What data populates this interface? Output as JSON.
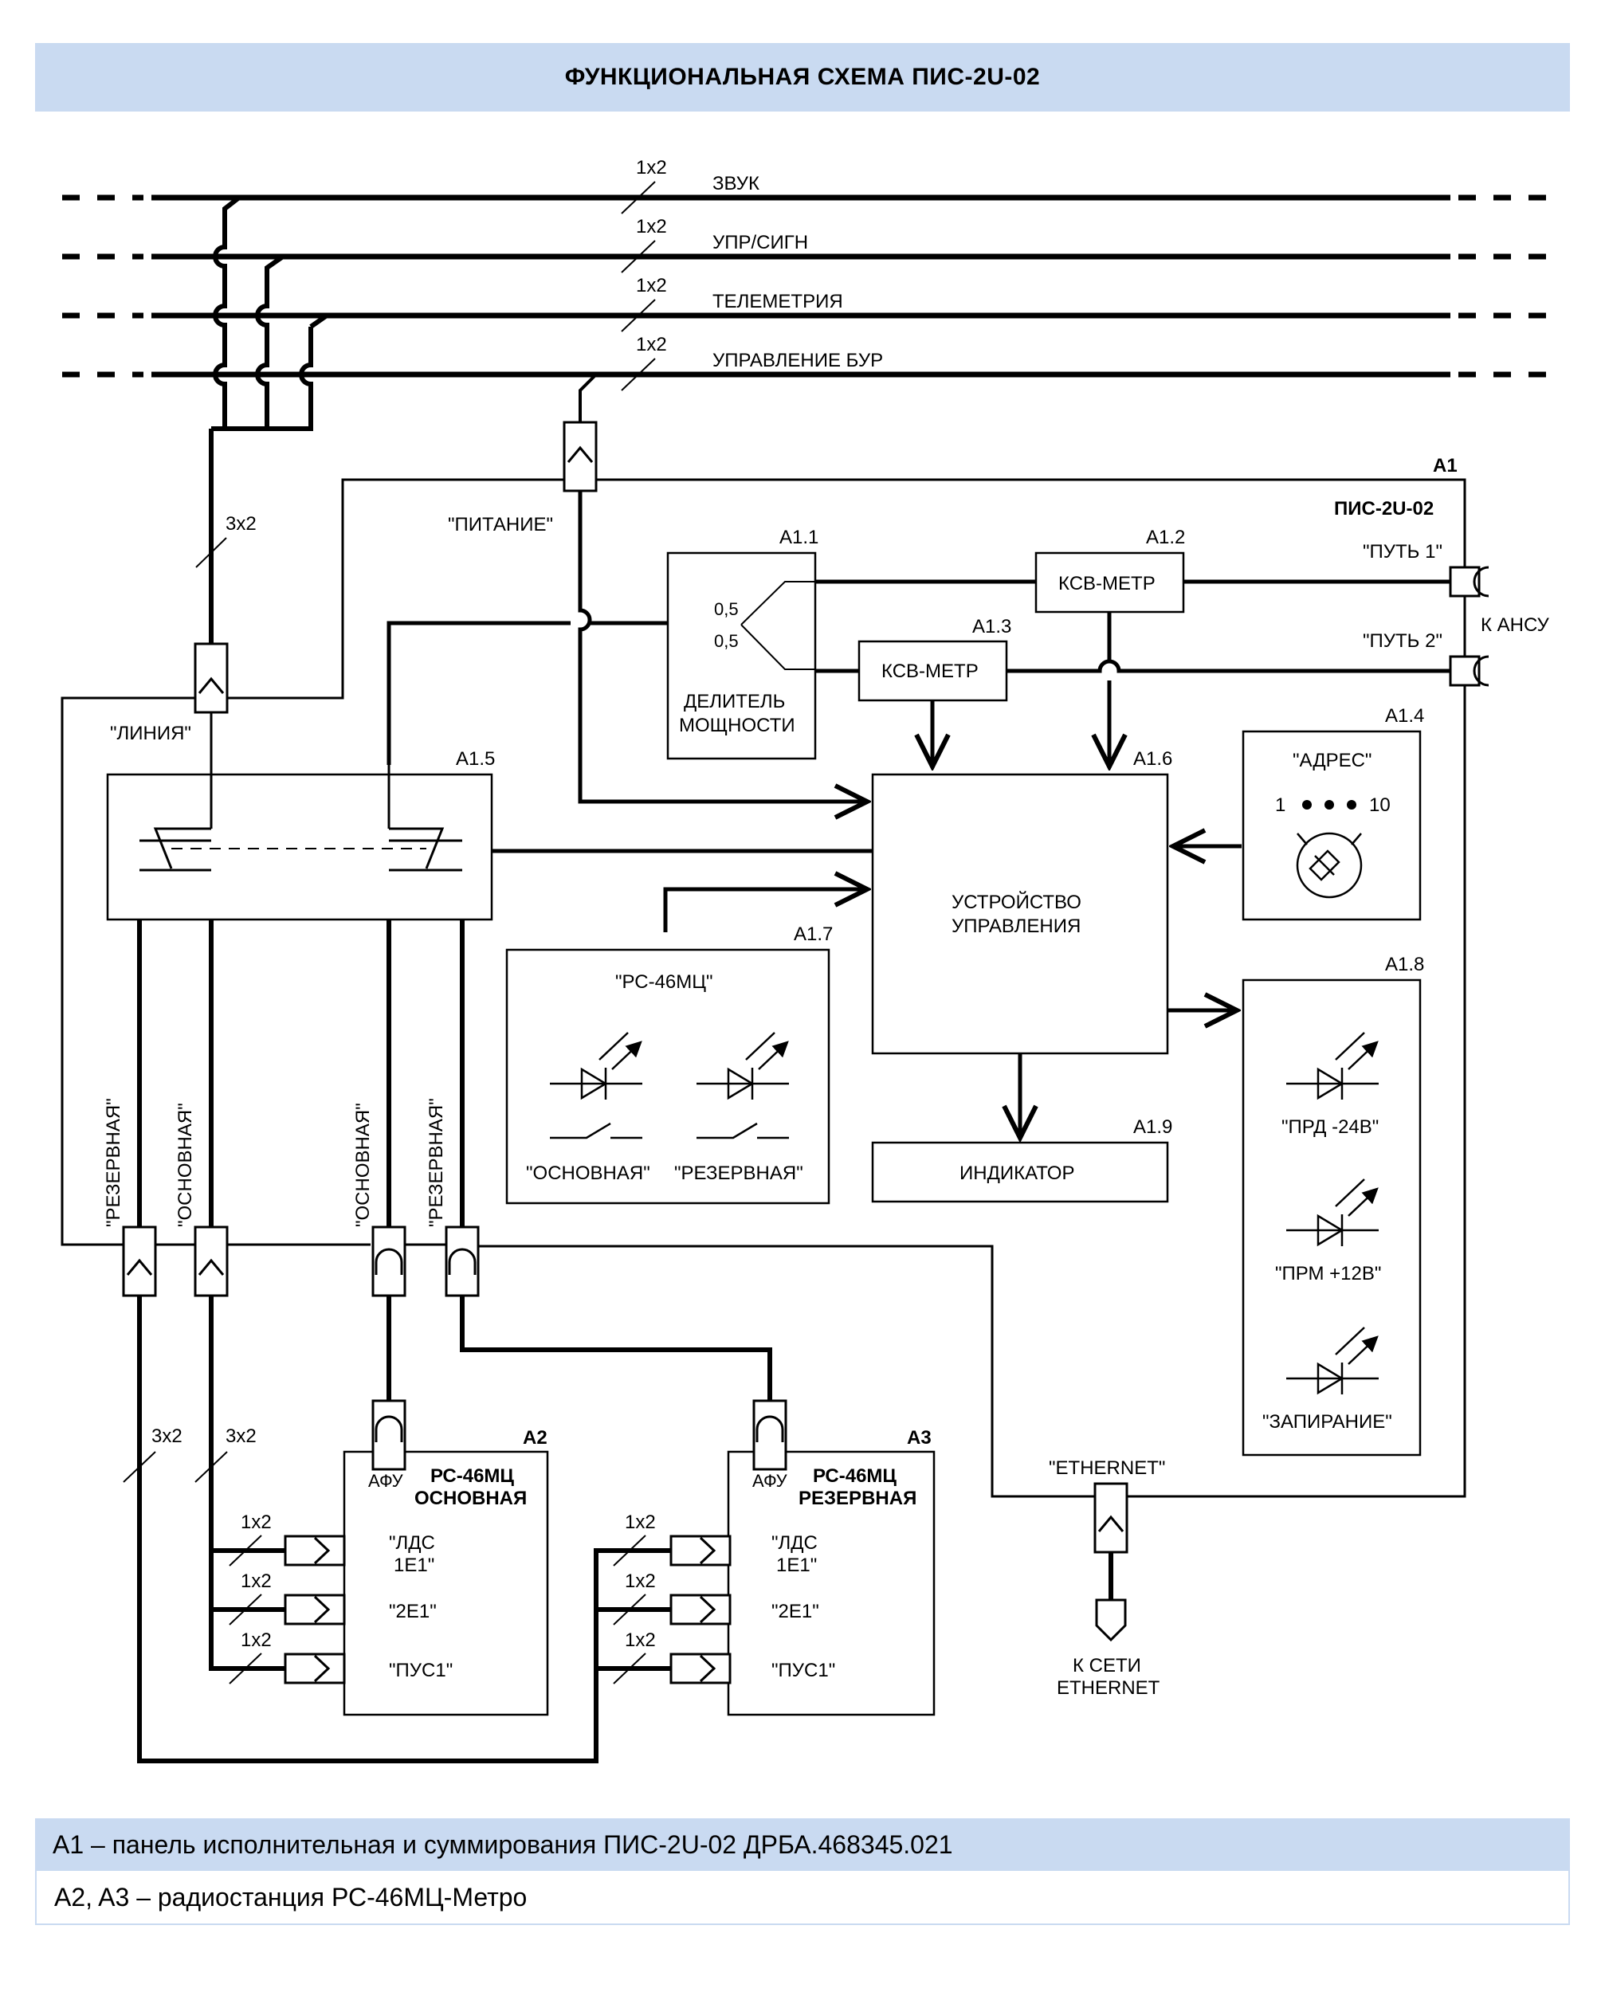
{
  "title": "ФУНКЦИОНАЛЬНАЯ СХЕМА ПИС-2U-02",
  "bus": {
    "lines": [
      "ЗВУК",
      "УПР/СИГН",
      "ТЕЛЕМЕТРИЯ",
      "УПРАВЛЕНИЕ БУР"
    ],
    "multiplicity": "1x2"
  },
  "cable_labels": {
    "triple": "3x2",
    "single": "1x2"
  },
  "connectors": {
    "power": "\"ПИТАНИЕ\"",
    "line": "\"ЛИНИЯ\"",
    "path1": "\"ПУТЬ 1\"",
    "path2": "\"ПУТЬ 2\"",
    "to_ansu": "К АНСУ",
    "ethernet": "\"ETHERNET\"",
    "to_ethernet_1": "К СЕТИ",
    "to_ethernet_2": "ETHERNET",
    "reserve": "\"РЕЗЕРВНАЯ\"",
    "main": "\"ОСНОВНАЯ\"",
    "afu": "АФУ"
  },
  "units": {
    "a1": {
      "ref": "A1",
      "name": "ПИС-2U-02"
    },
    "a1_1": {
      "ref": "A1.1",
      "name_1": "ДЕЛИТЕЛЬ",
      "name_2": "МОЩНОСТИ",
      "ratio_1": "0,5",
      "ratio_2": "0,5"
    },
    "a1_2": {
      "ref": "A1.2",
      "name": "КСВ-МЕТР"
    },
    "a1_3": {
      "ref": "A1.3",
      "name": "КСВ-МЕТР"
    },
    "a1_4": {
      "ref": "A1.4",
      "name": "\"АДРЕС\"",
      "min": "1",
      "max": "10"
    },
    "a1_5": {
      "ref": "A1.5"
    },
    "a1_6": {
      "ref": "A1.6",
      "name_1": "УСТРОЙСТВО",
      "name_2": "УПРАВЛЕНИЯ"
    },
    "a1_7": {
      "ref": "A1.7",
      "name": "\"РС-46МЦ\"",
      "left": "\"ОСНОВНАЯ\"",
      "right": "\"РЕЗЕРВНАЯ\""
    },
    "a1_8": {
      "ref": "A1.8",
      "led1": "\"ПРД -24В\"",
      "led2": "\"ПРМ +12В\"",
      "led3": "\"ЗАПИРАНИЕ\""
    },
    "a1_9": {
      "ref": "A1.9",
      "name": "ИНДИКАТОР"
    },
    "a2": {
      "ref": "A2",
      "name_1": "РС-46МЦ",
      "name_2": "ОСНОВНАЯ"
    },
    "a3": {
      "ref": "A3",
      "name_1": "РС-46МЦ",
      "name_2": "РЕЗЕРВНАЯ"
    },
    "radio_ports": {
      "p1_1": "\"ЛДС",
      "p1_2": "1Е1\"",
      "p2": "\"2Е1\"",
      "p3": "\"ПУС1\""
    }
  },
  "legend": [
    "A1 – панель исполнительная и суммирования ПИС-2U-02 ДРБА.468345.021",
    "A2, A3 – радиостанция РС-46МЦ-Метро"
  ],
  "colors": {
    "header": "#c9daf1",
    "line": "#000000"
  }
}
